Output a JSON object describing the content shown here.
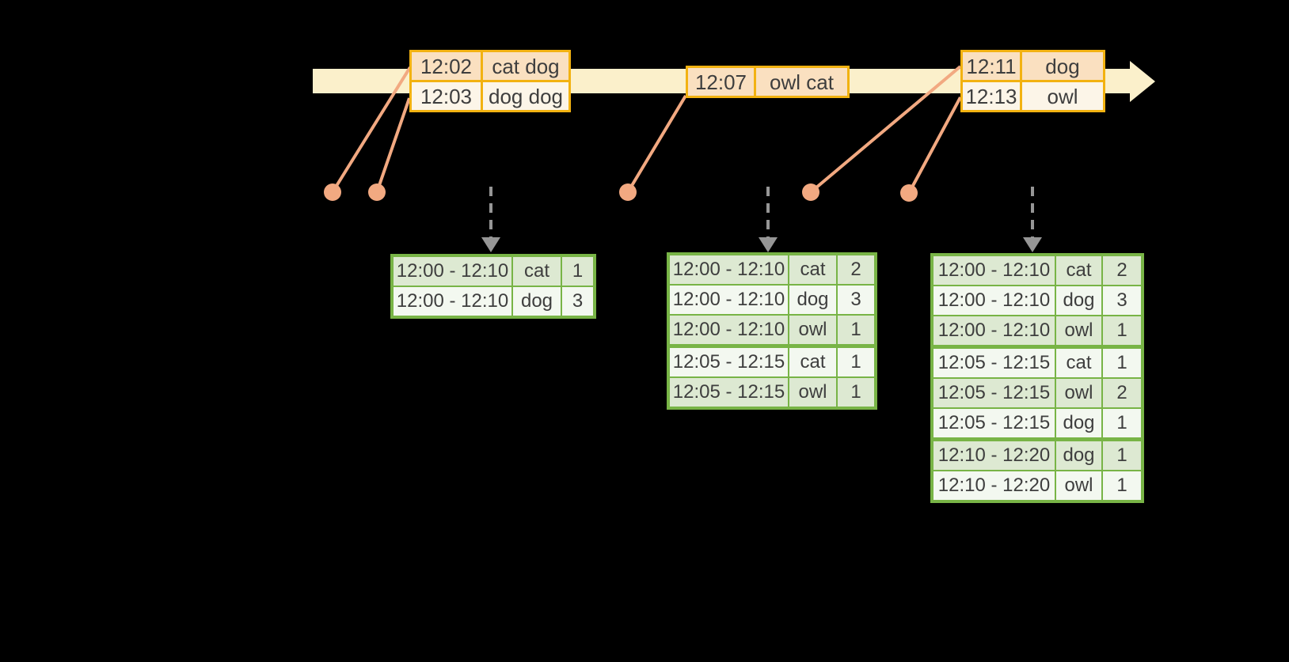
{
  "palette": {
    "background": "#000000",
    "timeline_band": "#FBF0CB",
    "event_border": "#F2B211",
    "event_row_alt1": "#FAE0C0",
    "event_row_alt2": "#FCF5E8",
    "connector": "#F2A981",
    "trigger_arrow": "#969696",
    "result_border": "#78B446",
    "result_row_alt1": "#DDE9D2",
    "result_row_alt2": "#F3F8F0",
    "text": "#3E3E3E"
  },
  "timeline": {
    "arrowhead_icon": "right-arrowhead",
    "marker_icon": "event-dot",
    "trigger_icon": "down-dashed-arrow"
  },
  "event_tables": [
    {
      "rows": [
        {
          "time": "12:02",
          "words": "cat dog"
        },
        {
          "time": "12:03",
          "words": "dog dog"
        }
      ]
    },
    {
      "rows": [
        {
          "time": "12:07",
          "words": "owl cat"
        }
      ]
    },
    {
      "rows": [
        {
          "time": "12:11",
          "words": "dog"
        },
        {
          "time": "12:13",
          "words": "owl"
        }
      ]
    }
  ],
  "result_tables": [
    {
      "rows": [
        {
          "window": "12:00 - 12:10",
          "word": "cat",
          "count": "1"
        },
        {
          "window": "12:00 - 12:10",
          "word": "dog",
          "count": "3"
        }
      ]
    },
    {
      "rows": [
        {
          "window": "12:00 - 12:10",
          "word": "cat",
          "count": "2"
        },
        {
          "window": "12:00 - 12:10",
          "word": "dog",
          "count": "3"
        },
        {
          "window": "12:00 - 12:10",
          "word": "owl",
          "count": "1"
        },
        {
          "window": "12:05 - 12:15",
          "word": "cat",
          "count": "1"
        },
        {
          "window": "12:05 - 12:15",
          "word": "owl",
          "count": "1"
        }
      ]
    },
    {
      "rows": [
        {
          "window": "12:00 - 12:10",
          "word": "cat",
          "count": "2"
        },
        {
          "window": "12:00 - 12:10",
          "word": "dog",
          "count": "3"
        },
        {
          "window": "12:00 - 12:10",
          "word": "owl",
          "count": "1"
        },
        {
          "window": "12:05 - 12:15",
          "word": "cat",
          "count": "1"
        },
        {
          "window": "12:05 - 12:15",
          "word": "owl",
          "count": "2"
        },
        {
          "window": "12:05 - 12:15",
          "word": "dog",
          "count": "1"
        },
        {
          "window": "12:10 - 12:20",
          "word": "dog",
          "count": "1"
        },
        {
          "window": "12:10 - 12:20",
          "word": "owl",
          "count": "1"
        }
      ]
    }
  ]
}
